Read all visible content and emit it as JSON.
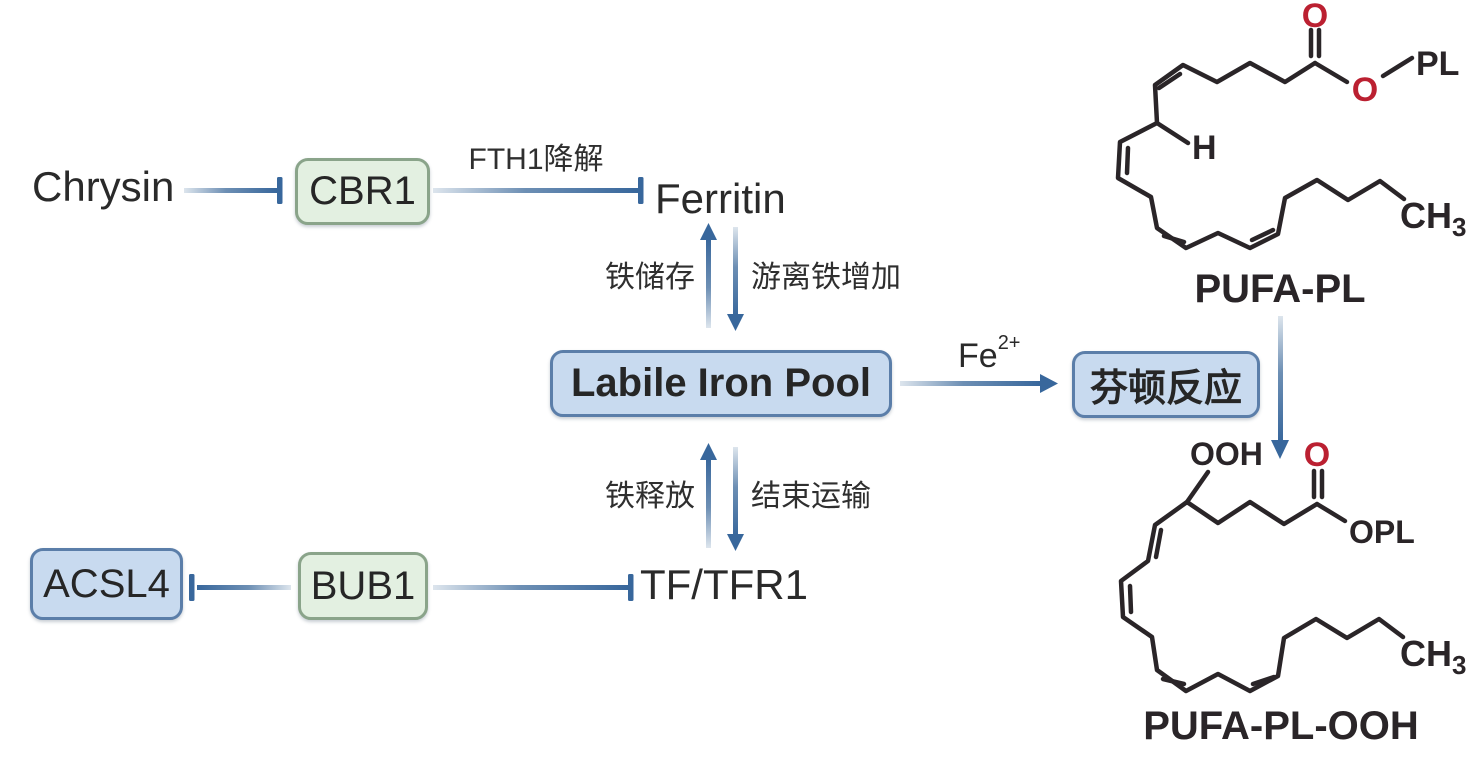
{
  "diagram": {
    "nodes": {
      "chrysin": "Chrysin",
      "cbr1": "CBR1",
      "ferritin": "Ferritin",
      "labile_iron_pool": "Labile Iron Pool",
      "fenton_reaction": "芬顿反应",
      "acsl4": "ACSL4",
      "bub1": "BUB1",
      "tf_tfr1": "TF/TFR1"
    },
    "edge_labels": {
      "fth1_degradation": "FTH1降解",
      "iron_storage": "铁储存",
      "free_iron_increase": "游离铁增加",
      "iron_release": "铁释放",
      "end_transport": "结束运输",
      "fe_base": "Fe",
      "fe_sup": "2+"
    },
    "edges": [
      {
        "from": "Chrysin",
        "to": "CBR1",
        "type": "inhibition",
        "label": ""
      },
      {
        "from": "CBR1",
        "to": "Ferritin",
        "type": "inhibition",
        "label": "FTH1降解"
      },
      {
        "from": "Ferritin",
        "to": "Labile Iron Pool",
        "type": "arrow-down",
        "label": "游离铁增加"
      },
      {
        "from": "Labile Iron Pool",
        "to": "Ferritin",
        "type": "arrow-up",
        "label": "铁储存"
      },
      {
        "from": "Labile Iron Pool",
        "to": "芬顿反应",
        "type": "arrow",
        "label": "Fe2+"
      },
      {
        "from": "TF/TFR1",
        "to": "Labile Iron Pool",
        "type": "arrow-up",
        "label": "铁释放"
      },
      {
        "from": "Labile Iron Pool",
        "to": "TF/TFR1",
        "type": "arrow-down",
        "label": "结束运输"
      },
      {
        "from": "BUB1",
        "to": "TF/TFR1",
        "type": "inhibition",
        "label": ""
      },
      {
        "from": "BUB1",
        "to": "ACSL4",
        "type": "inhibition",
        "label": ""
      },
      {
        "from": "PUFA-PL",
        "to": "PUFA-PL-OOH",
        "type": "arrow-down",
        "label": ""
      }
    ],
    "molecules": {
      "pufa_pl": {
        "caption": "PUFA-PL",
        "atoms": {
          "carbonyl_o": "O",
          "ester_o": "O",
          "pl": "PL",
          "h": "H",
          "ch": "CH",
          "ch_sub": "3"
        }
      },
      "pufa_pl_ooh": {
        "caption": "PUFA-PL-OOH",
        "atoms": {
          "ooh": "OOH",
          "carbonyl_o": "O",
          "opl": "OPL",
          "ch": "CH",
          "ch_sub": "3"
        }
      }
    },
    "colors": {
      "arrow_blue": "#38679c",
      "green_box_fill": "#e3f0e1",
      "green_box_border": "#8aa48a",
      "blue_box_fill": "#c8daef",
      "blue_box_border": "#5b7ea9",
      "bond_black": "#2a2528",
      "oxygen_red": "#bb2031"
    }
  }
}
